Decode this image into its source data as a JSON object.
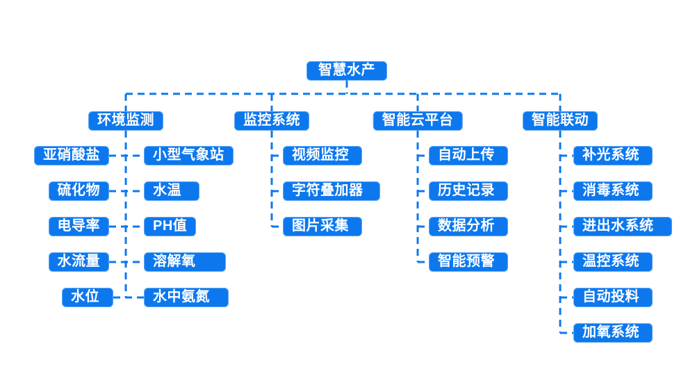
{
  "colors": {
    "primary": "#0D78EE",
    "node_text": "#FFFFFF",
    "background": "#FFFFFF"
  },
  "root": {
    "label": "智慧水产"
  },
  "branches": [
    {
      "label": "环境监测",
      "left_children": [
        "亚硝酸盐",
        "硫化物",
        "电导率",
        "水流量",
        "水位"
      ],
      "right_children": [
        "小型气象站",
        "水温",
        "PH值",
        "溶解氧",
        "水中氨氮"
      ]
    },
    {
      "label": "监控系统",
      "children": [
        "视频监控",
        "字符叠加器",
        "图片采集"
      ]
    },
    {
      "label": "智能云平台",
      "children": [
        "自动上传",
        "历史记录",
        "数据分析",
        "智能预警"
      ]
    },
    {
      "label": "智能联动",
      "children": [
        "补光系统",
        "消毒系统",
        "进出水系统",
        "温控系统",
        "自动投料",
        "加氧系统"
      ]
    }
  ]
}
